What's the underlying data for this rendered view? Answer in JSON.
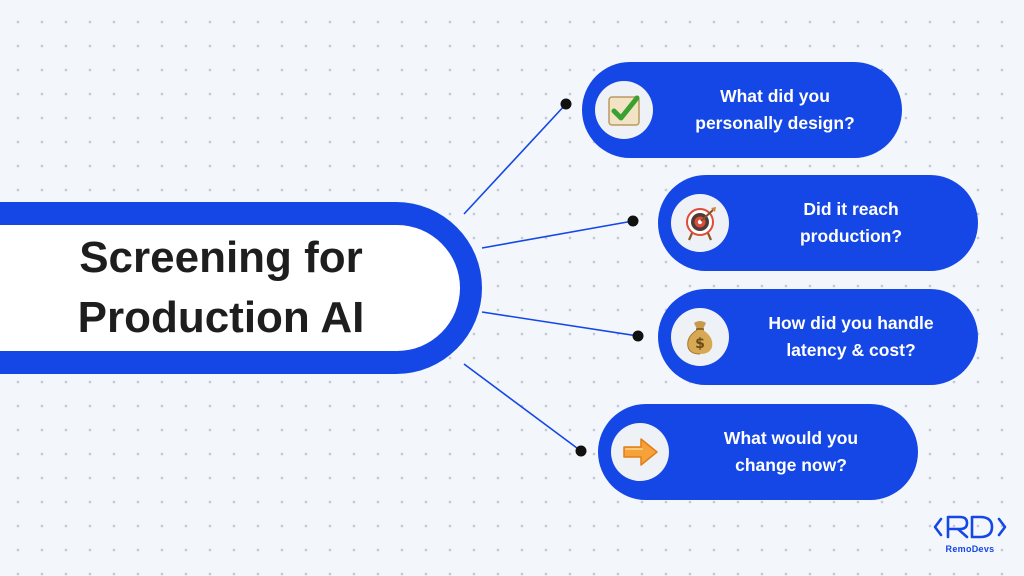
{
  "title": {
    "line1": "Screening for",
    "line2": "Production AI"
  },
  "questions": [
    {
      "line1": "What did you",
      "line2": "personally design?",
      "icon": "check-mark-button-icon"
    },
    {
      "line1": "Did it reach",
      "line2": "production?",
      "icon": "target-icon"
    },
    {
      "line1": "How did you handle",
      "line2": "latency & cost?",
      "icon": "money-bag-icon"
    },
    {
      "line1": "What would you",
      "line2": "change now?",
      "icon": "right-arrow-icon"
    }
  ],
  "brand": {
    "name": "RemoDevs",
    "mark": "RD"
  },
  "colors": {
    "accent": "#1447e6",
    "background": "#f3f7fc",
    "title_text": "#1e1e1e",
    "connector_dot": "#111111"
  }
}
